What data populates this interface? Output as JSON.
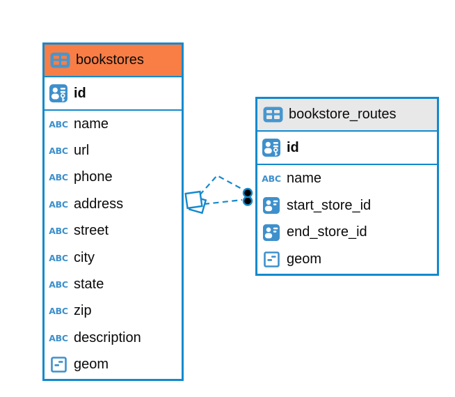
{
  "diagram": {
    "tables": [
      {
        "name": "bookstores",
        "header_color": "#F87E46",
        "primary_key": {
          "name": "id"
        },
        "fields": [
          {
            "name": "name",
            "type": "text"
          },
          {
            "name": "url",
            "type": "text"
          },
          {
            "name": "phone",
            "type": "text"
          },
          {
            "name": "address",
            "type": "text"
          },
          {
            "name": "street",
            "type": "text"
          },
          {
            "name": "city",
            "type": "text"
          },
          {
            "name": "state",
            "type": "text"
          },
          {
            "name": "zip",
            "type": "text"
          },
          {
            "name": "description",
            "type": "text"
          },
          {
            "name": "geom",
            "type": "geometry"
          }
        ]
      },
      {
        "name": "bookstore_routes",
        "header_color": "#E8E8E8",
        "primary_key": {
          "name": "id"
        },
        "fields": [
          {
            "name": "name",
            "type": "text"
          },
          {
            "name": "start_store_id",
            "type": "reference"
          },
          {
            "name": "end_store_id",
            "type": "reference"
          },
          {
            "name": "geom",
            "type": "geometry"
          }
        ]
      }
    ],
    "relationships": [
      {
        "from": "bookstore_routes.start_store_id",
        "to": "bookstores.id",
        "line_style": "dashed"
      },
      {
        "from": "bookstore_routes.end_store_id",
        "to": "bookstores.id",
        "line_style": "dashed"
      }
    ],
    "icons": {
      "table_icon": "table-grid",
      "primary_key_icon": "person-with-key",
      "reference_icon": "person-badge",
      "text_type_glyph": "ABC",
      "geometry_icon": "square-with-dashes",
      "relation_source_marker": "stacked-squares",
      "relation_target_marker": "black-dot"
    },
    "colors": {
      "accent_blue": "#1389CD",
      "icon_blue": "#3E90CC",
      "bookstores_header": "#F87E46",
      "routes_header": "#E8E8E8",
      "connector_dot_fill": "#000000",
      "background": "#FFFFFF"
    }
  }
}
